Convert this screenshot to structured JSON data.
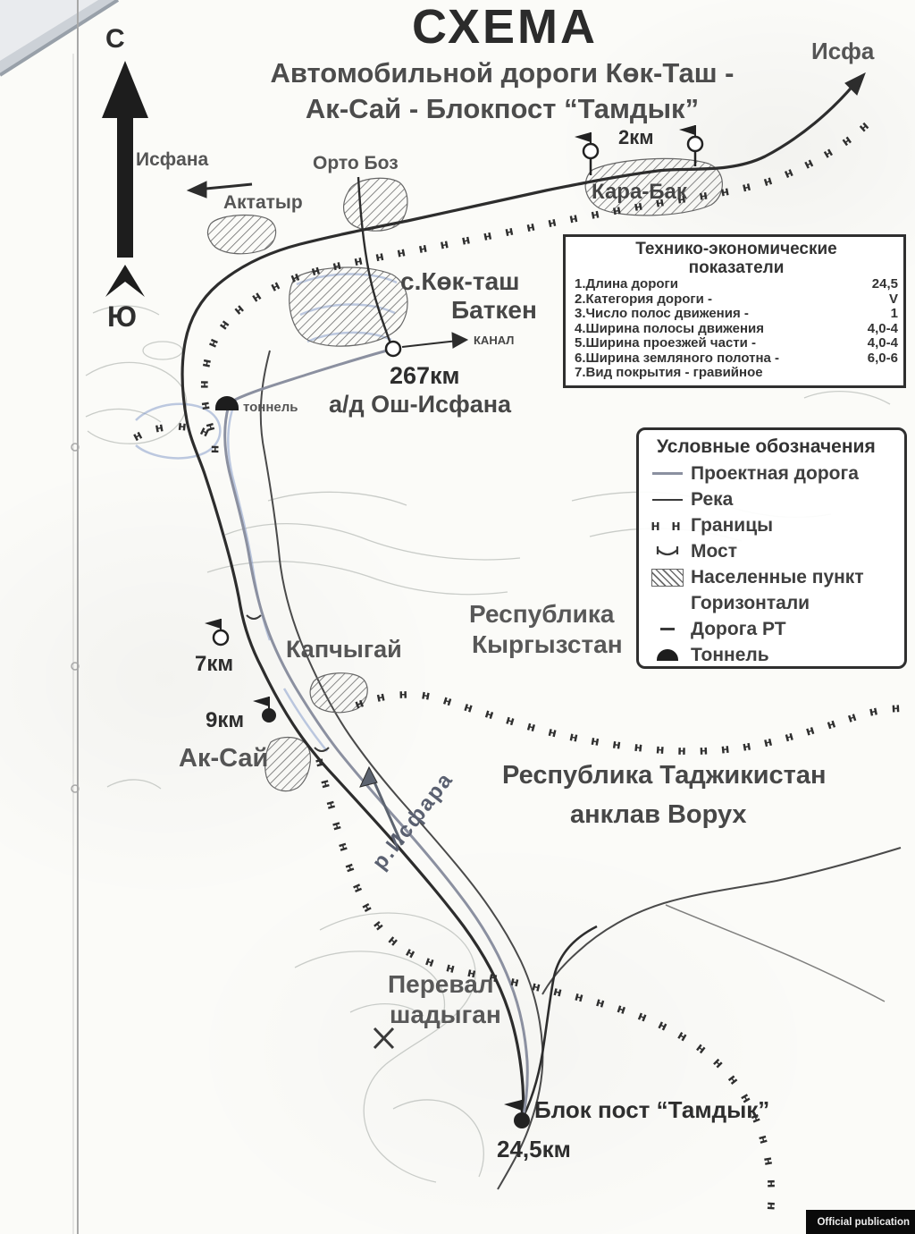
{
  "title": "СХЕМА",
  "subtitle": [
    "Автомобильной дороги Көк-Таш -",
    "Ак-Сай - Блокпост “Тамдык”"
  ],
  "compass": {
    "north": "С",
    "south": "Ю"
  },
  "map": {
    "border_mark": "н"
  },
  "map_labels": {
    "isfana_top": "Исфа",
    "isfana_left": "Исфана",
    "orto_boz": "Орто Боз",
    "aktatyr": "Актатыр",
    "km2": "2км",
    "kara_bak": "Кара-Бак",
    "kok_tash": "с.Көк-таш",
    "batken": "Баткен",
    "kanal": "КАНАЛ",
    "km267": "267км",
    "osh_isfana": "а/д Ош-Исфана",
    "tunnel": "тоннель",
    "kyrgyzstan1": "Республика",
    "kyrgyzstan2": "Кыргызстан",
    "kapchygai": "Капчыгай",
    "km7": "7км",
    "km9": "9км",
    "ak_sai": "Ак-Сай",
    "tajikistan": "Республика Таджикистан",
    "vorukh": "анклав Ворух",
    "isfara_river": "р.Исфара",
    "pereval1": "Перевал",
    "pereval2": "шадыган",
    "blokpost": "Блок пост “Тамдык”",
    "km245": "24,5км"
  },
  "info_box": {
    "title1": "Технико-экономические",
    "title2": "показатели",
    "rows": [
      {
        "label": "1.Длина дороги",
        "value": "24,5"
      },
      {
        "label": "2.Категория дороги -",
        "value": "V"
      },
      {
        "label": "3.Число полос движения -",
        "value": "1"
      },
      {
        "label": "4.Ширина полосы движения",
        "value": "4,0-4"
      },
      {
        "label": "5.Ширина проезжей части -",
        "value": "4,0-4"
      },
      {
        "label": "6.Ширина земляного полотна -",
        "value": "6,0-6"
      },
      {
        "label": "7.Вид покрытия - гравийное",
        "value": ""
      }
    ]
  },
  "legend": {
    "title": "Условные обозначения",
    "border_symbol": "н н",
    "items": [
      {
        "label": "Проектная дорога"
      },
      {
        "label": "Река"
      },
      {
        "label": "Границы"
      },
      {
        "label": "Мост"
      },
      {
        "label": "Населенные пункт"
      },
      {
        "label": "Горизонтали"
      },
      {
        "label": "Дорога РТ"
      },
      {
        "label": "Тоннель"
      }
    ]
  },
  "badge": "Official publication"
}
